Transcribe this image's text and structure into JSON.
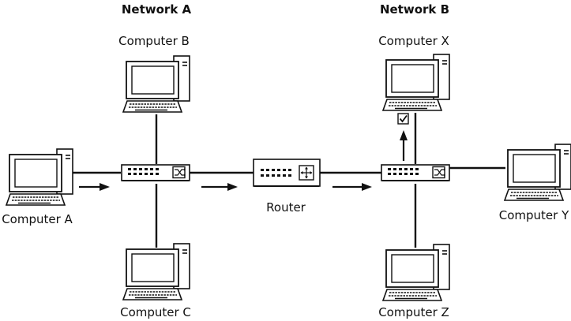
{
  "networks": {
    "a": {
      "title": "Network A"
    },
    "b": {
      "title": "Network B"
    }
  },
  "computers": {
    "a": {
      "label": "Computer A"
    },
    "b": {
      "label": "Computer B"
    },
    "c": {
      "label": "Computer C"
    },
    "x": {
      "label": "Computer X"
    },
    "y": {
      "label": "Computer Y"
    },
    "z": {
      "label": "Computer Z"
    }
  },
  "router": {
    "label": "Router"
  },
  "icons": {
    "computer": "desktop-computer-icon",
    "switch": "network-switch-icon",
    "router": "router-icon",
    "check": "checkmark-icon",
    "arrow": "arrow-icon"
  }
}
